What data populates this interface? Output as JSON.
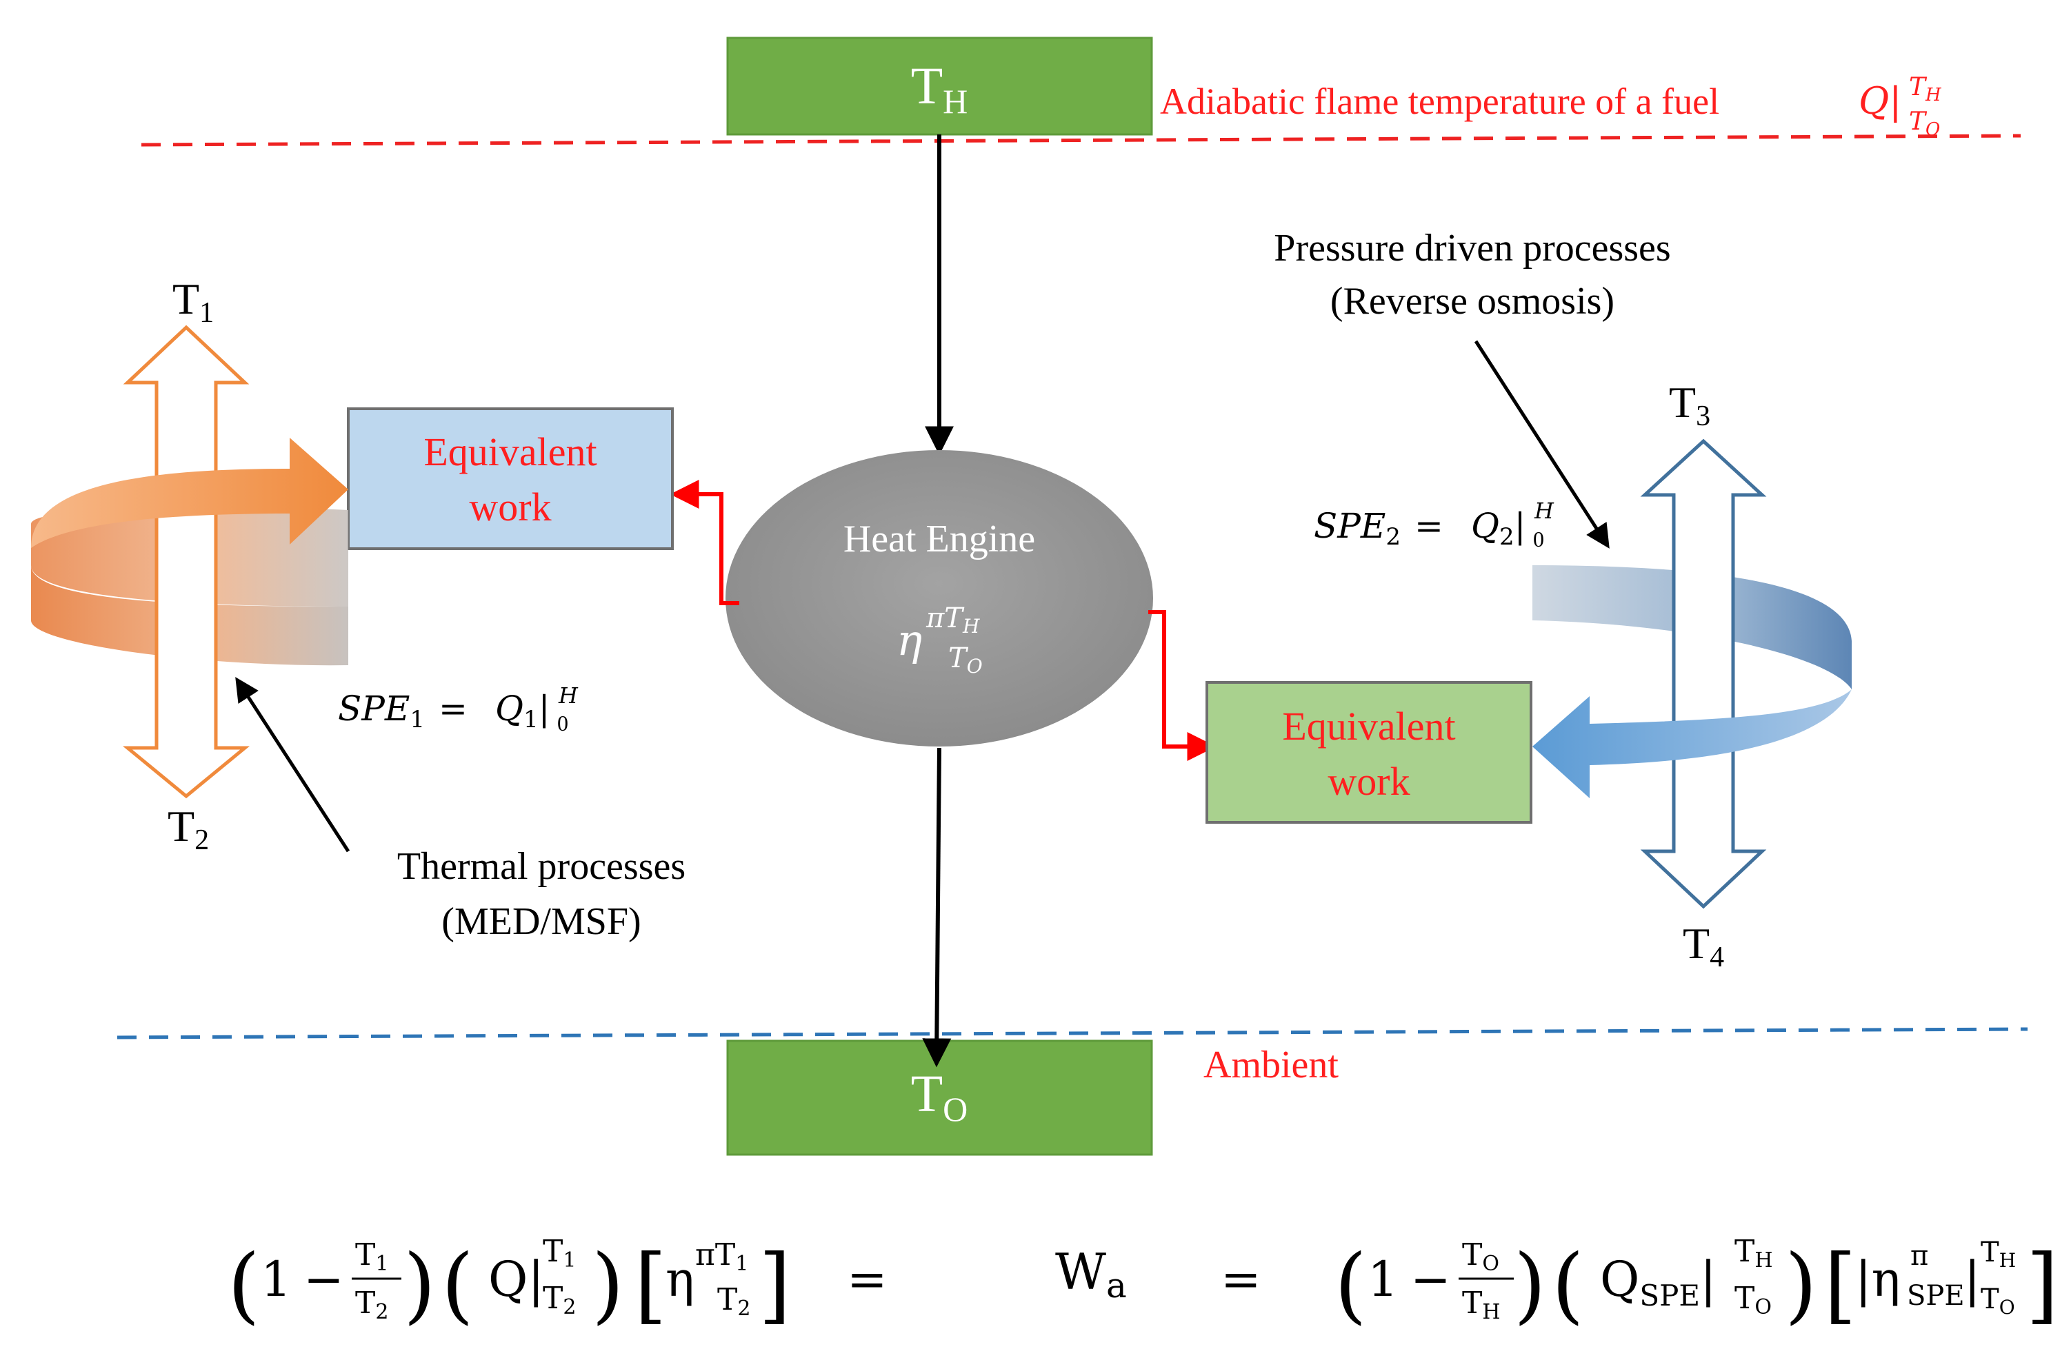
{
  "colors": {
    "red_label": "#ff1f1f",
    "red_dash": "#ee2222",
    "blue_dash": "#2e75b6",
    "green_box": "#70ad47",
    "green_box_light": "#a9d18e",
    "blue_box": "#bdd7ee",
    "engine_gray": "#8c8c8c",
    "orange_arrow": "#f4a46a",
    "blue_arrow": "#8db3d9"
  },
  "hot_reservoir": {
    "label": "T",
    "sub": "H"
  },
  "cold_reservoir": {
    "label": "T",
    "sub": "O"
  },
  "flame_label": {
    "text": "Adiabatic flame temperature of a fuel",
    "symbol": "Q",
    "bar": "|",
    "sup": "T",
    "sup_sub": "H",
    "sub": "T",
    "sub_sub": "O"
  },
  "ambient_label": "Ambient",
  "engine": {
    "label": "Heat Engine",
    "eta": "η",
    "pi": "π",
    "t": "T",
    "t_h": "H",
    "t_o": "O"
  },
  "left_box": {
    "line1": "Equivalent",
    "line2": "work"
  },
  "right_box": {
    "line1": "Equivalent",
    "line2": "work"
  },
  "left_temps": {
    "t1": "T",
    "t1_sub": "1",
    "t2": "T",
    "t2_sub": "2"
  },
  "right_temps": {
    "t3": "T",
    "t3_sub": "3",
    "t4": "T",
    "t4_sub": "4"
  },
  "spe1": {
    "name": "SPE",
    "idx": "1",
    "eq": "=",
    "q": "Q",
    "q_idx": "1",
    "bar": "|",
    "sup": "H",
    "sub": "0"
  },
  "spe2": {
    "name": "SPE",
    "idx": "2",
    "eq": "=",
    "q": "Q",
    "q_idx": "2",
    "bar": "|",
    "sup": "H",
    "sub": "0"
  },
  "thermal_label": {
    "line1": "Thermal processes",
    "line2": "(MED/MSF)"
  },
  "pressure_label": {
    "line1": "Pressure driven processes",
    "line2": "(Reverse osmosis)"
  },
  "equation": {
    "left": {
      "lparen": "(",
      "one": "1",
      "minus": "−",
      "num": "T",
      "num_sub": "1",
      "den": "T",
      "den_sub": "2",
      "rparen": ")",
      "lparen2": "(",
      "q": "Q",
      "bar": "|",
      "sup": "T",
      "sup_sub": "1",
      "sub": "T",
      "sub_sub": "2",
      "rparen2": ")",
      "lbracket": "[",
      "eta": "η",
      "pi": "π",
      "eta_sup": "T",
      "eta_sup_sub": "1",
      "eta_sub": "T",
      "eta_sub_sub": "2",
      "rbracket": "]"
    },
    "eq1": "=",
    "w": "W",
    "w_sub": "a",
    "eq2": "=",
    "right": {
      "lparen": "(",
      "one": "1",
      "minus": "−",
      "num": "T",
      "num_sub": "O",
      "den": "T",
      "den_sub": "H",
      "rparen": ")",
      "lparen2": "(",
      "q": "Q",
      "q_sub": "SPE",
      "bar": "|",
      "sup": "T",
      "sup_sub": "H",
      "sub": "T",
      "sub_sub": "O",
      "rparen2": ")",
      "lbracket": "[",
      "bar2": "|",
      "eta": "η",
      "eta_sub": "SPE",
      "pi": "π",
      "bar3": "|",
      "sup2": "T",
      "sup2_sub": "H",
      "sub2": "T",
      "sub2_sub": "O",
      "rbracket": "]"
    }
  }
}
